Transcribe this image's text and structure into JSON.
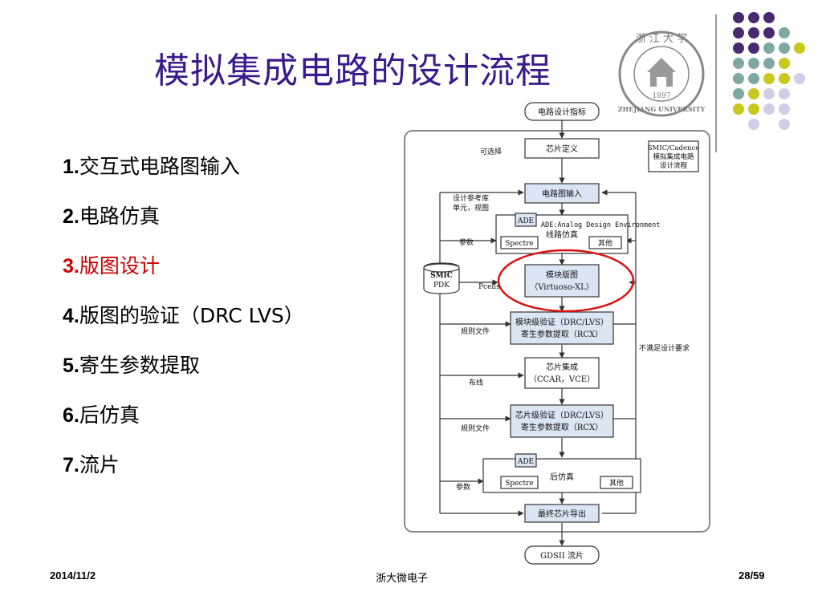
{
  "slide": {
    "title": "模拟集成电路的设计流程",
    "steps": [
      {
        "num": "1.",
        "text": "交互式电路图输入",
        "highlight": false
      },
      {
        "num": "2.",
        "text": "电路仿真",
        "highlight": false
      },
      {
        "num": "3.",
        "text": "版图设计",
        "highlight": true
      },
      {
        "num": "4.",
        "text": "版图的验证（DRC LVS）",
        "highlight": false
      },
      {
        "num": "5.",
        "text": "寄生参数提取",
        "highlight": false
      },
      {
        "num": "6.",
        "text": "后仿真",
        "highlight": false
      },
      {
        "num": "7.",
        "text": "流片",
        "highlight": false
      }
    ],
    "highlight_color": "#cc0000",
    "title_color": "#3b1a8c"
  },
  "flow": {
    "spec": "电路设计指标",
    "chip_def": "芯片定义",
    "optional": "可选择",
    "legend_l1": "SMIC/Cadence",
    "legend_l2": "模拟集成电路",
    "legend_l3": "设计流程",
    "schematic": "电路图输入",
    "ref_lib_l1": "设计参考库",
    "ref_lib_l2": "单元，视图",
    "ade": "ADE",
    "ade_full": "ADE:Analog Design Environment",
    "circuit_sim": "线路仿真",
    "params": "参数",
    "spectre": "Spectre",
    "others": "其他",
    "pdk_l1": "SMIC",
    "pdk_l2": "PDK",
    "pcells": "Pcells",
    "layout_l1": "模块版图",
    "layout_l2": "（Virtuoso-XL）",
    "block_verify_l1": "模块级验证（DRC/LVS）",
    "block_verify_l2": "寄生参数提取（RCX）",
    "rule_file": "规则文件",
    "not_meet": "不满足设计要求",
    "chip_integ_l1": "芯片集成",
    "chip_integ_l2": "（CCAR，VCE）",
    "routing": "布线",
    "chip_verify_l1": "芯片级验证（DRC/LVS）",
    "chip_verify_l2": "寄生参数提取（RCX）",
    "post_sim": "后仿真",
    "final_export": "最终芯片导出",
    "gdsii": "GDSII 流片"
  },
  "logo": {
    "text_top": "浙 江 大 学",
    "text_bottom": "ZHEJIANG UNIVERSITY",
    "year": "1897"
  },
  "footer": {
    "date": "2014/11/2",
    "center": "浙大微电子",
    "page": "28/59"
  },
  "decor": {
    "purple": "#4a2a6e",
    "teal": "#7fa8a3",
    "yellow": "#c8c81e",
    "lavender": "#d0cde6"
  }
}
